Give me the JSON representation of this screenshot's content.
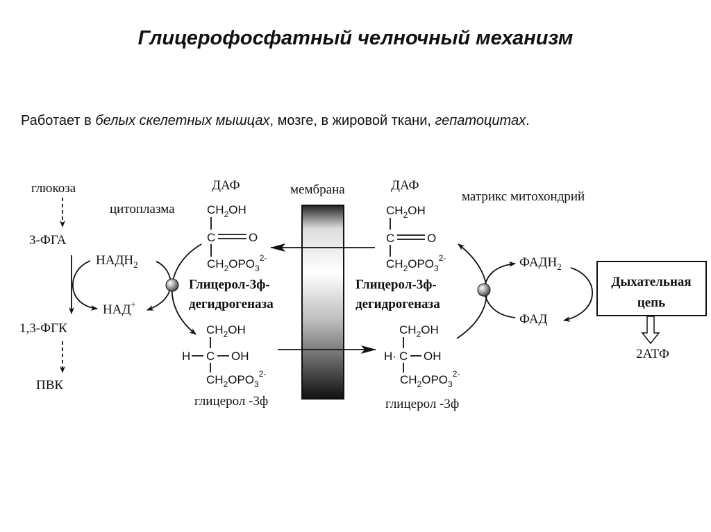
{
  "title": "Глицерофосфатный челночный механизм",
  "subtitle": {
    "p1": "Работает в ",
    "p2": "белых скелетных мышцах",
    "p3": ", мозге, в жировой ткани, ",
    "p4": "гепатоцитах",
    "p5": "."
  },
  "left": {
    "glucose": "глюкоза",
    "fga": "3-ФГА",
    "fgk": "1,3-ФГК",
    "pvk": "ПВК",
    "nadh": "НАДН",
    "nadh_sub": "2",
    "nad": "НАД",
    "nad_sup": "+",
    "cytoplasm": "цитоплазма"
  },
  "membrane": "мембрана",
  "matrix": "матрикс митохондрий",
  "daf": "ДАФ",
  "g3p": "глицерол -3ф",
  "enzyme": {
    "line1": "Глицерол-3ф-",
    "line2": "дегидрогеназа"
  },
  "chem": {
    "ch": "CH",
    "two": "2",
    "oh": "OH",
    "c": "C",
    "o": "O",
    "opo": "OPO",
    "three": "3",
    "charge": "2-",
    "h": "H",
    "hdot": "H·"
  },
  "right": {
    "fadh": "ФАДН",
    "fadh_sub": "2",
    "fad": "ФАД",
    "chain1": "Дыхательная",
    "chain2": "цепь",
    "atp": "2АТФ"
  }
}
